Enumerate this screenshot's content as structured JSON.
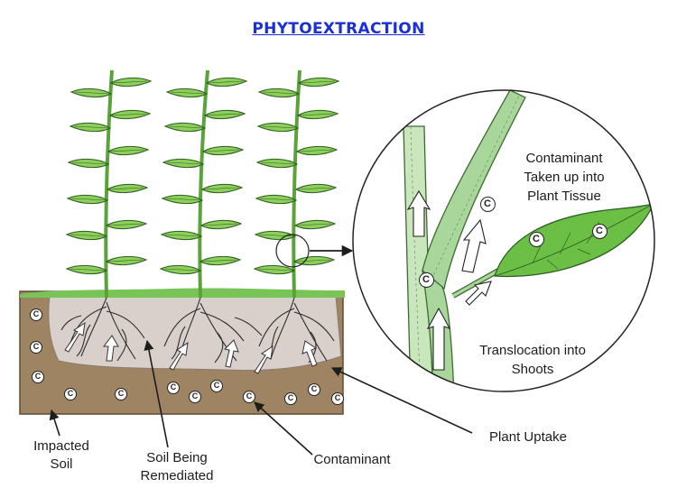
{
  "title": "PHYTOEXTRACTION",
  "contaminant_symbol": "C",
  "labels": {
    "impacted_soil": [
      "Impacted",
      "Soil"
    ],
    "soil_being_remediated": [
      "Soil Being",
      "Remediated"
    ],
    "contaminant": "Contaminant",
    "plant_uptake": "Plant Uptake",
    "taken_up": [
      "Contaminant",
      "Taken up into",
      "Plant Tissue"
    ],
    "translocation": [
      "Translocation into",
      "Shoots"
    ]
  },
  "colors": {
    "title": "#1a2fd6",
    "leaf": "#8ccf5a",
    "leaf_dark": "#5aa33a",
    "soil_outer": "#9e8463",
    "soil_inner": "#d9d0cb",
    "grass": "#78c457",
    "stem_light": "#c9e6bc",
    "stem_mid": "#a9d69a"
  }
}
